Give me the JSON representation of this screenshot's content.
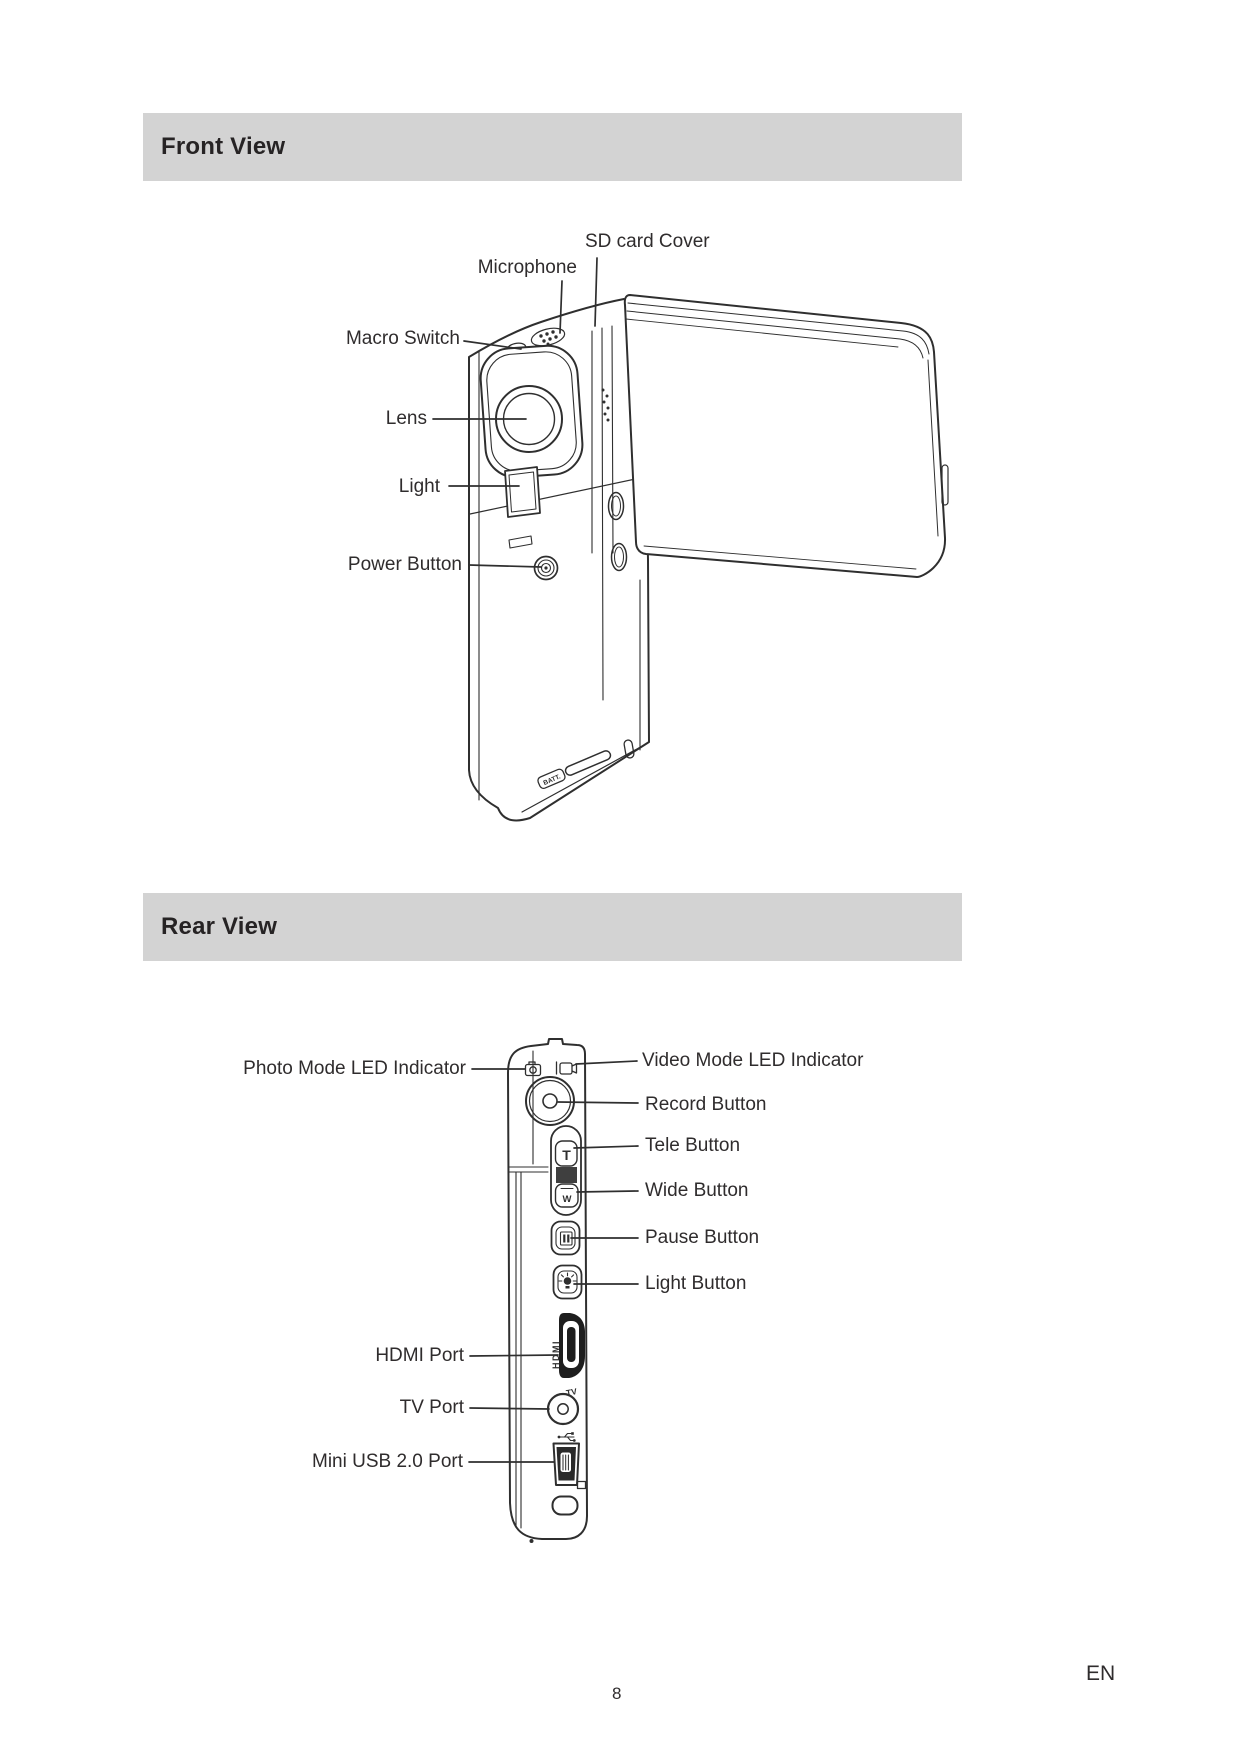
{
  "front_view": {
    "title": "Front View",
    "labels": {
      "sd_card_cover": "SD card Cover",
      "microphone": "Microphone",
      "macro_switch": "Macro Switch",
      "lens": "Lens",
      "light": "Light",
      "power_button": "Power Button"
    }
  },
  "rear_view": {
    "title": "Rear View",
    "labels": {
      "photo_mode_led": "Photo Mode LED Indicator",
      "video_mode_led": "Video Mode LED Indicator",
      "record_button": "Record Button",
      "tele_button": "Tele Button",
      "wide_button": "Wide Button",
      "pause_button": "Pause Button",
      "light_button": "Light Button",
      "hdmi_port": "HDMI Port",
      "tv_port": "TV Port",
      "mini_usb_port": "Mini USB 2.0 Port"
    }
  },
  "device_markings": {
    "tele": "T",
    "wide": "W",
    "hdmi": "HDMI",
    "tv": "TV",
    "battery": "BATT."
  },
  "footer": {
    "page_number": "8",
    "language": "EN"
  },
  "colors": {
    "line_art": "#2f2f2f",
    "banner_gray": "#d3d3d3"
  }
}
